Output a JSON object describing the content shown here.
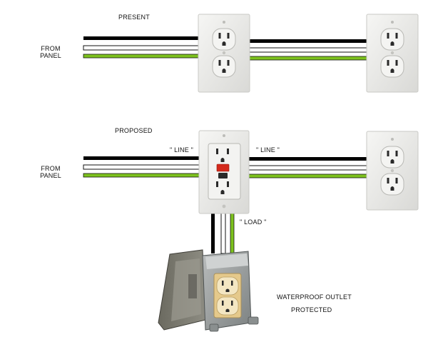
{
  "labels": {
    "present": "PRESENT",
    "from_panel_top_1": "FROM",
    "from_panel_top_2": "PANEL",
    "proposed": "PROPOSED",
    "from_panel_bottom_1": "FROM",
    "from_panel_bottom_2": "PANEL",
    "line_left": "\" LINE \"",
    "line_right": "\" LINE \"",
    "load": "\" LOAD \"",
    "waterproof_1": "WATERPROOF OUTLET",
    "waterproof_2": "PROTECTED"
  },
  "colors": {
    "wire_hot": "#000000",
    "wire_neutral": "#ffffff",
    "wire_ground": "#7dc21e",
    "plate": "#e9e9e6",
    "gfci_test": "#d42a1c"
  },
  "icons": [
    "duplex-outlet-icon",
    "gfci-outlet-icon",
    "waterproof-outlet-box-icon"
  ]
}
